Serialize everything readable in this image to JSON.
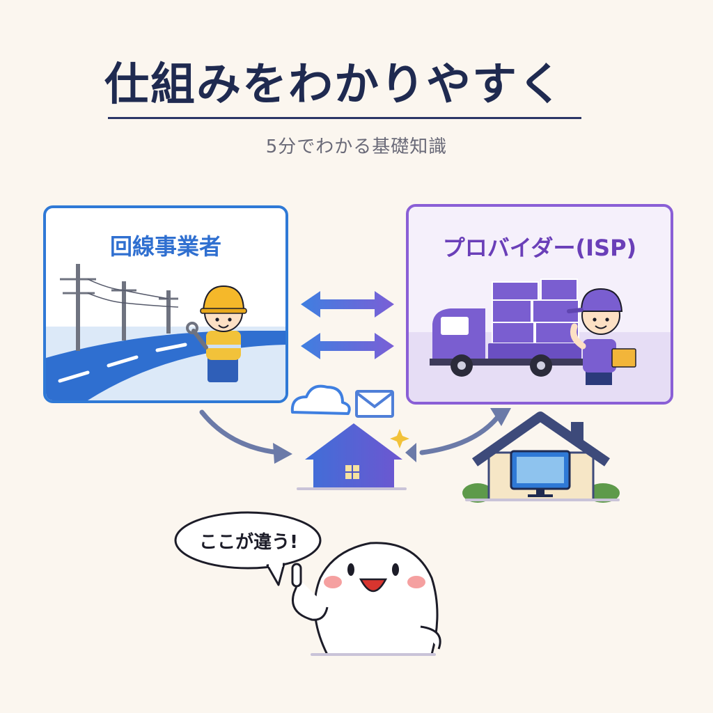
{
  "header": {
    "title": "仕組みをわかりやすく",
    "subtitle": "5分でわかる基礎知識"
  },
  "panels": {
    "left": {
      "label": "回線事業者",
      "accent": "#2f79d6"
    },
    "right": {
      "label": "プロバイダー(ISP)",
      "accent": "#8a5fd6"
    }
  },
  "mascot": {
    "speech": "ここが違う!"
  },
  "icons": [
    "power-pole-icon",
    "road-icon",
    "technician-icon",
    "wrench-icon",
    "truck-icon",
    "delivery-person-icon",
    "cloud-icon",
    "mail-icon",
    "house-icon",
    "sparkle-icon",
    "tv-icon",
    "mascot-icon"
  ],
  "colors": {
    "background": "#fbf6ef",
    "title": "#1f2a50",
    "arrow": "#6b7aa8"
  }
}
